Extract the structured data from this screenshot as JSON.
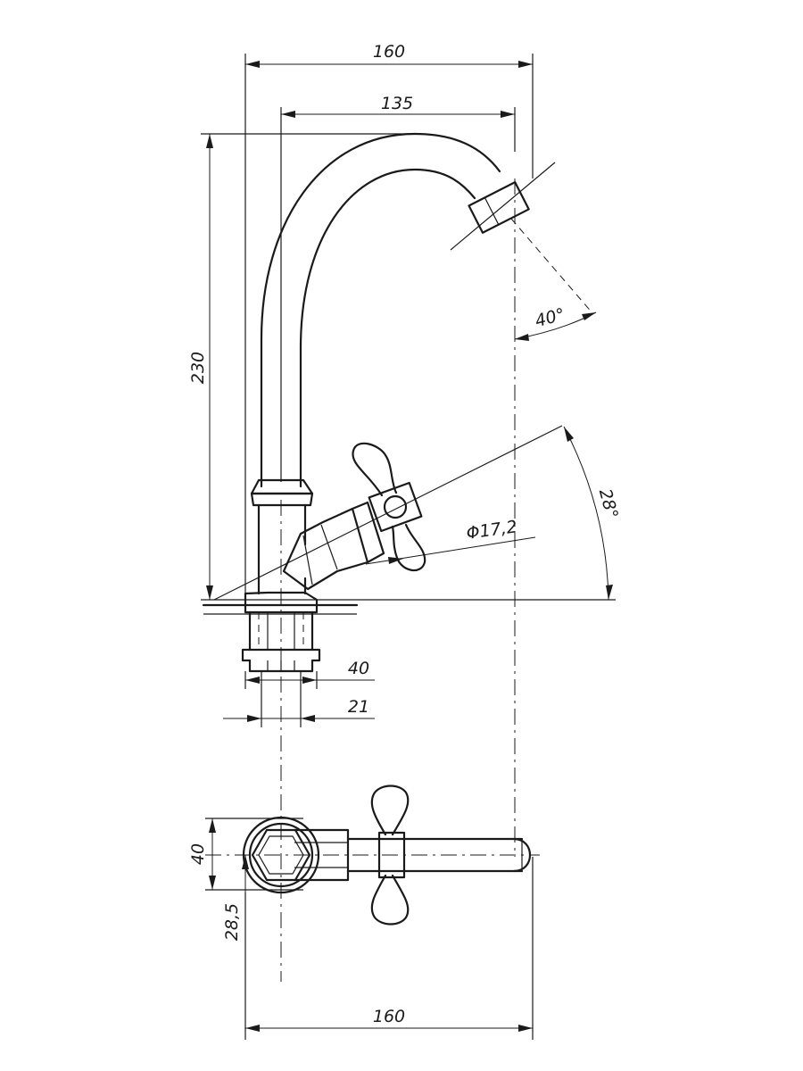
{
  "dimensions": {
    "top_width_total": "160",
    "top_width_spout": "135",
    "height_total": "230",
    "spout_angle": "40°",
    "handle_angle": "28°",
    "handle_diameter": "Φ17,2",
    "base_nut_width": "40",
    "base_thread_width": "21",
    "plan_width_total": "160",
    "plan_body_width": "40",
    "plan_offset": "28,5"
  }
}
